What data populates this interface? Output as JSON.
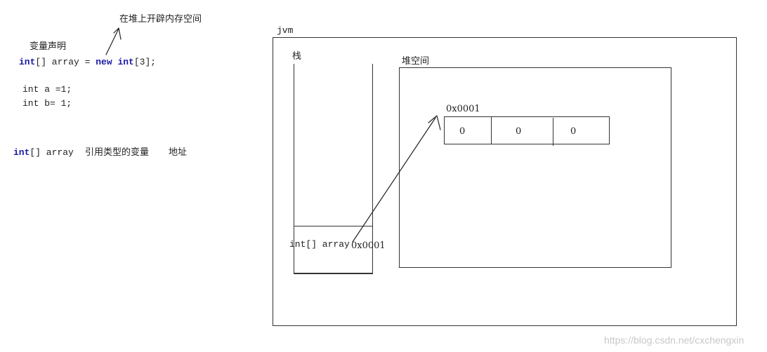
{
  "left": {
    "heap_alloc_note": "在堆上开辟内存空间",
    "var_decl_note": "变量声明",
    "code_line_1": {
      "kw1": "int",
      "mid": "[] array = ",
      "kw2": "new",
      "kw3": "int",
      "tail": "[3];"
    },
    "code_line_2": "int a =1;",
    "code_line_3": "int b= 1;",
    "ref_line": {
      "kw": "int",
      "rest": "[] array",
      "desc": "引用类型的变量",
      "addr": "地址"
    }
  },
  "jvm": {
    "label": "jvm",
    "stack": {
      "label": "栈",
      "frame_var": "int[] array",
      "frame_value": "0x0001"
    },
    "heap": {
      "label": "堆空间",
      "array_address": "0x0001",
      "cells": [
        "0",
        "0",
        "0"
      ]
    }
  },
  "watermark": "https://blog.csdn.net/cxchengxin"
}
